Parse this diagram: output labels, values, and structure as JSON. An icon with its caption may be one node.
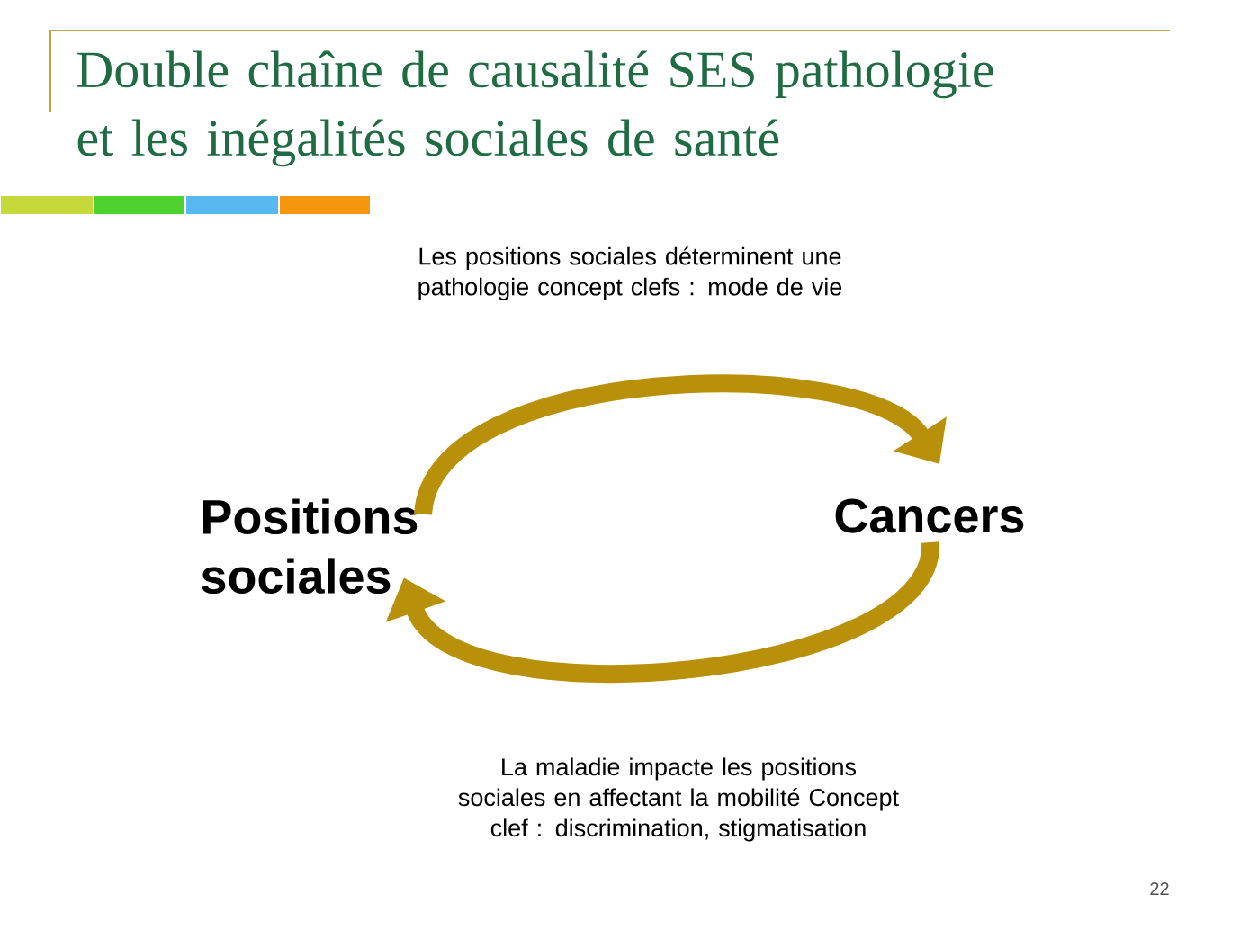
{
  "diagram": {
    "title": "Double chaîne de causalité SES pathologie et les inégalités sociales de santé",
    "nodes": [
      {
        "text": [
          "Positions sociales"
        ]
      },
      {
        "text": [
          "Cancers"
        ]
      }
    ],
    "edges": [
      {
        "from": 0,
        "to": 1,
        "arrow": "to",
        "label": "Les positions sociales déterminent une pathologie concept clefs : mode de vie"
      },
      {
        "from": 1,
        "to": 0,
        "arrow": "to",
        "label": "La maladie impacte les positions sociales en affectant la mobilité Concept clef : discrimination, stigmatisation"
      }
    ],
    "labels": [
      "22"
    ]
  }
}
